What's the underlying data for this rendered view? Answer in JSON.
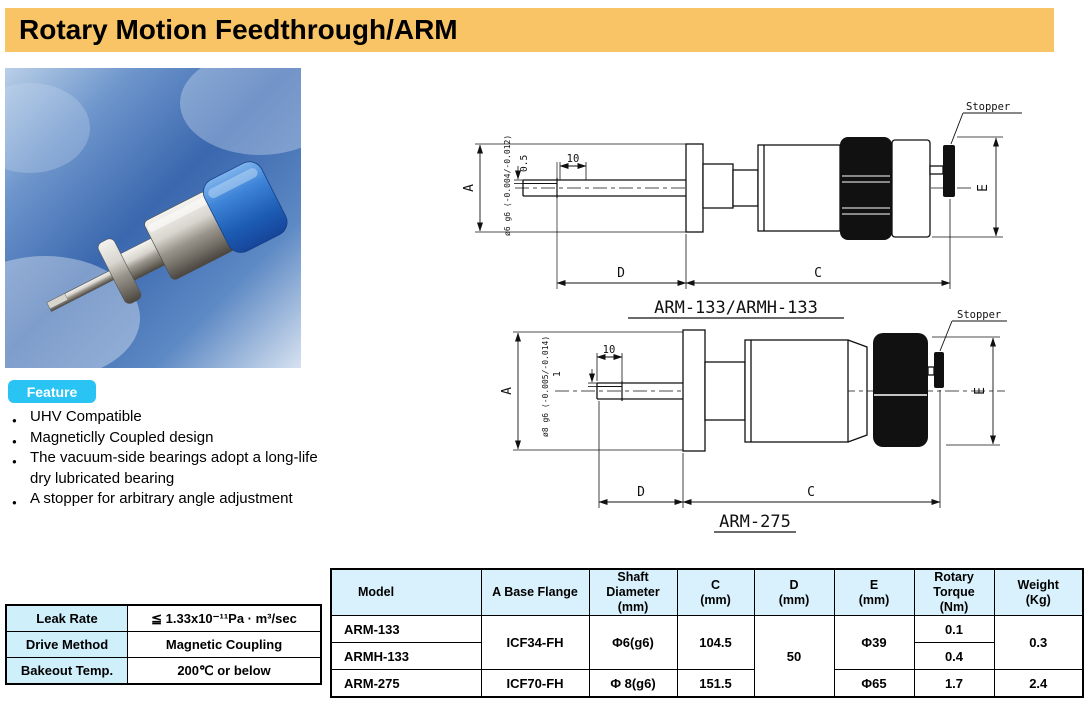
{
  "colors": {
    "header_bg": "#F9C466",
    "feature_badge_bg": "#29C3F4",
    "table_header_bg": "#D9F1FC",
    "left_table_label_bg": "#CFEFFB"
  },
  "header": {
    "title": "Rotary Motion Feedthrough/ARM"
  },
  "feature": {
    "badge": "Feature",
    "items": [
      "UHV Compatible",
      "Magneticlly Coupled design",
      "The vacuum-side bearings adopt a long-life dry lubricated bearing",
      "A stopper for arbitrary angle adjustment"
    ]
  },
  "left_table": {
    "rows": [
      {
        "label": "Leak Rate",
        "value": "≦ 1.33x10⁻¹¹Pa · m³/sec"
      },
      {
        "label": "Drive Method",
        "value": "Magnetic Coupling"
      },
      {
        "label": "Bakeout Temp.",
        "value": "200℃ or below"
      }
    ]
  },
  "spec_table": {
    "columns": [
      {
        "label": "Model",
        "unit": ""
      },
      {
        "label": "A Base Flange",
        "unit": ""
      },
      {
        "label": "Shaft Diameter",
        "unit": "(mm)"
      },
      {
        "label": "C",
        "unit": "(mm)"
      },
      {
        "label": "D",
        "unit": "(mm)"
      },
      {
        "label": "E",
        "unit": "(mm)"
      },
      {
        "label": "Rotary Torque",
        "unit": "(Nm)"
      },
      {
        "label": "Weight",
        "unit": "(Kg)"
      }
    ],
    "cells": {
      "model_1": "ARM-133",
      "model_2": "ARMH-133",
      "model_3": "ARM-275",
      "flange_12": "ICF34-FH",
      "flange_3": "ICF70-FH",
      "shaft_12": "Φ6(g6)",
      "shaft_3": "Φ 8(g6)",
      "c_12": "104.5",
      "c_3": "151.5",
      "d_all": "50",
      "e_12": "Φ39",
      "e_3": "Φ65",
      "torque_1": "0.1",
      "torque_2": "0.4",
      "torque_3": "1.7",
      "weight_12": "0.3",
      "weight_3": "2.4"
    }
  },
  "drawing1": {
    "title": "ARM-133/ARMH-133",
    "stopper_label": "Stopper",
    "dim_a": "A",
    "dim_e": "E",
    "dim_c": "C",
    "dim_d": "D",
    "dim_10": "10",
    "dim_step": "0.5",
    "shaft_spec": "ø6 g6 (-0.004/-0.012)"
  },
  "drawing2": {
    "title": "ARM-275",
    "stopper_label": "Stopper",
    "dim_a": "A",
    "dim_e": "E",
    "dim_c": "C",
    "dim_d": "D",
    "dim_10": "10",
    "dim_step": "1",
    "shaft_spec": "ø8 g6 (-0.005/-0.014)"
  }
}
